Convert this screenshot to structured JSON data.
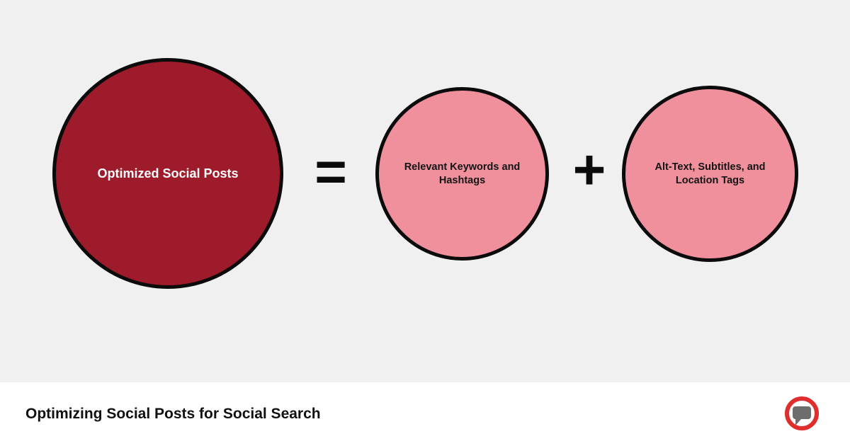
{
  "background_color": "#f0f0f0",
  "diagram": {
    "result_circle": {
      "label": "Optimized Social Posts",
      "fill": "#9e1b2b",
      "text_color": "#ffffff"
    },
    "equals_sign": "=",
    "operand1_circle": {
      "label": "Relevant Keywords and Hashtags",
      "fill": "#f0909d",
      "text_color": "#141414"
    },
    "plus_sign": "+",
    "operand2_circle": {
      "label": "Alt-Text, Subtitles, and Location Tags",
      "fill": "#f0909d",
      "text_color": "#141414"
    }
  },
  "footer": {
    "title": "Optimizing Social Posts for Social Search",
    "logo": {
      "icon": "speech-bubble-logo-icon",
      "ring_color": "#e02d2d",
      "bubble_color": "#6d6d6d"
    }
  }
}
